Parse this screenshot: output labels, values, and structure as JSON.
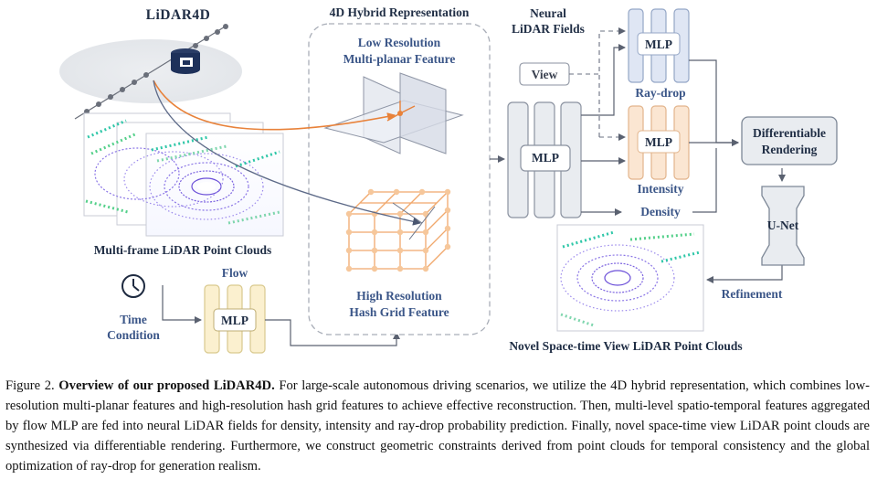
{
  "figure": {
    "brand_title": "LiDAR4D",
    "hybrid_title": "4D Hybrid Representation",
    "low_res_label_1": "Low Resolution",
    "low_res_label_2": "Multi-planar Feature",
    "high_res_label_1": "High Resolution",
    "high_res_label_2": "Hash Grid Feature",
    "neural_fields_1": "Neural",
    "neural_fields_2": "LiDAR Fields",
    "view_label": "View",
    "mlp_label": "MLP",
    "raydrop_label": "Ray-drop",
    "intensity_label": "Intensity",
    "density_label": "Density",
    "diff_render_1": "Differentiable",
    "diff_render_2": "Rendering",
    "unet_label": "U-Net",
    "refinement_label": "Refinement",
    "multiframe_label": "Multi-frame LiDAR Point Clouds",
    "flow_label": "Flow",
    "time_label_1": "Time",
    "time_label_2": "Condition",
    "novel_label": "Novel Space-time View LiDAR Point Clouds",
    "icons": [
      "database-car-icon",
      "clock-icon",
      "lidar-point-cloud-image",
      "plane-feature-icon",
      "hash-grid-icon",
      "unet-hourglass-icon"
    ],
    "colors": {
      "accent_orange": "#e8823a",
      "mlp_blue_fill": "#dfe6f4",
      "mlp_orange_fill": "#fbe6d2",
      "mlp_yellow_fill": "#fbf0cf",
      "gray_fill": "#e9ecf0",
      "point_cloud_purple": "#6b4fd8",
      "point_cloud_teal": "#2fc7a8"
    }
  },
  "caption": {
    "label": "Figure 2.",
    "bold_title": "Overview of our proposed LiDAR4D.",
    "body": "For large-scale autonomous driving scenarios, we utilize the 4D hybrid representation, which combines low-resolution multi-planar features and high-resolution hash grid features to achieve effective reconstruction. Then, multi-level spatio-temporal features aggregated by flow MLP are fed into neural LiDAR fields for density, intensity and ray-drop probability prediction. Finally, novel space-time view LiDAR point clouds are synthesized via differentiable rendering. Furthermore, we construct geometric constraints derived from point clouds for temporal consistency and the global optimization of ray-drop for generation realism."
  }
}
